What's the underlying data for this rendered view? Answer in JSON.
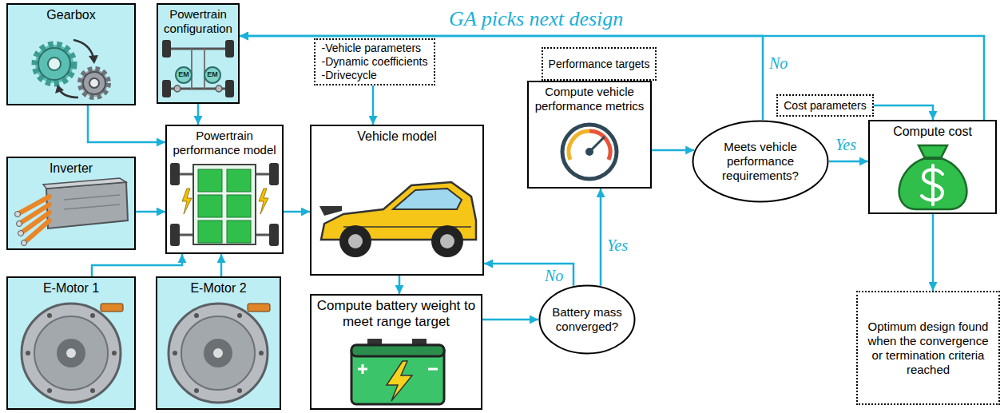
{
  "diagram": {
    "nodes": [
      {
        "text": [
          "Gearbox"
        ]
      },
      {
        "text": [
          "Powertrain configuration"
        ]
      },
      {
        "text": [
          "Inverter"
        ]
      },
      {
        "text": [
          "E-Motor 1"
        ]
      },
      {
        "text": [
          "E-Motor 2"
        ]
      },
      {
        "text": [
          "Powertrain performance model"
        ]
      },
      {
        "text": [
          "-Vehicle parameters",
          "-Dynamic coefficients",
          "-Drivecycle"
        ]
      },
      {
        "text": [
          "Vehicle model"
        ]
      },
      {
        "text": [
          "Compute battery weight to meet range target"
        ]
      },
      {
        "text": [
          "Battery mass converged?"
        ]
      },
      {
        "text": [
          "Performance targets"
        ]
      },
      {
        "text": [
          "Compute vehicle performance metrics"
        ]
      },
      {
        "text": [
          "Meets vehicle performance requirements?"
        ]
      },
      {
        "text": [
          "Cost parameters"
        ]
      },
      {
        "text": [
          "Compute cost"
        ]
      },
      {
        "text": [
          "Optimum design found when the convergence or termination criteria reached"
        ]
      }
    ],
    "edges": [
      {
        "from": 0,
        "to": 5,
        "arrow": "to"
      },
      {
        "from": 1,
        "to": 5,
        "arrow": "to"
      },
      {
        "from": 2,
        "to": 5,
        "arrow": "to"
      },
      {
        "from": 3,
        "to": 5,
        "arrow": "to"
      },
      {
        "from": 4,
        "to": 5,
        "arrow": "to"
      },
      {
        "from": 5,
        "to": 7,
        "arrow": "to"
      },
      {
        "from": 6,
        "to": 7,
        "arrow": "to"
      },
      {
        "from": 7,
        "to": 8,
        "arrow": "to"
      },
      {
        "from": 8,
        "to": 9,
        "arrow": "to"
      },
      {
        "from": 9,
        "to": 7,
        "label": "No",
        "arrow": "to"
      },
      {
        "from": 9,
        "to": 11,
        "label": "Yes",
        "arrow": "to"
      },
      {
        "from": 10,
        "to": 11,
        "arrow": "to"
      },
      {
        "from": 11,
        "to": 12,
        "arrow": "to"
      },
      {
        "from": 12,
        "to": 14,
        "label": "Yes",
        "arrow": "to"
      },
      {
        "from": 12,
        "to": 1,
        "label": "No",
        "arrow": "to"
      },
      {
        "from": 14,
        "to": 1,
        "label": "GA picks next design",
        "arrow": "to"
      },
      {
        "from": 13,
        "to": 14,
        "arrow": "to"
      },
      {
        "from": 14,
        "to": 15,
        "arrow": "to"
      }
    ],
    "labels": [
      "EM",
      "EM"
    ]
  }
}
